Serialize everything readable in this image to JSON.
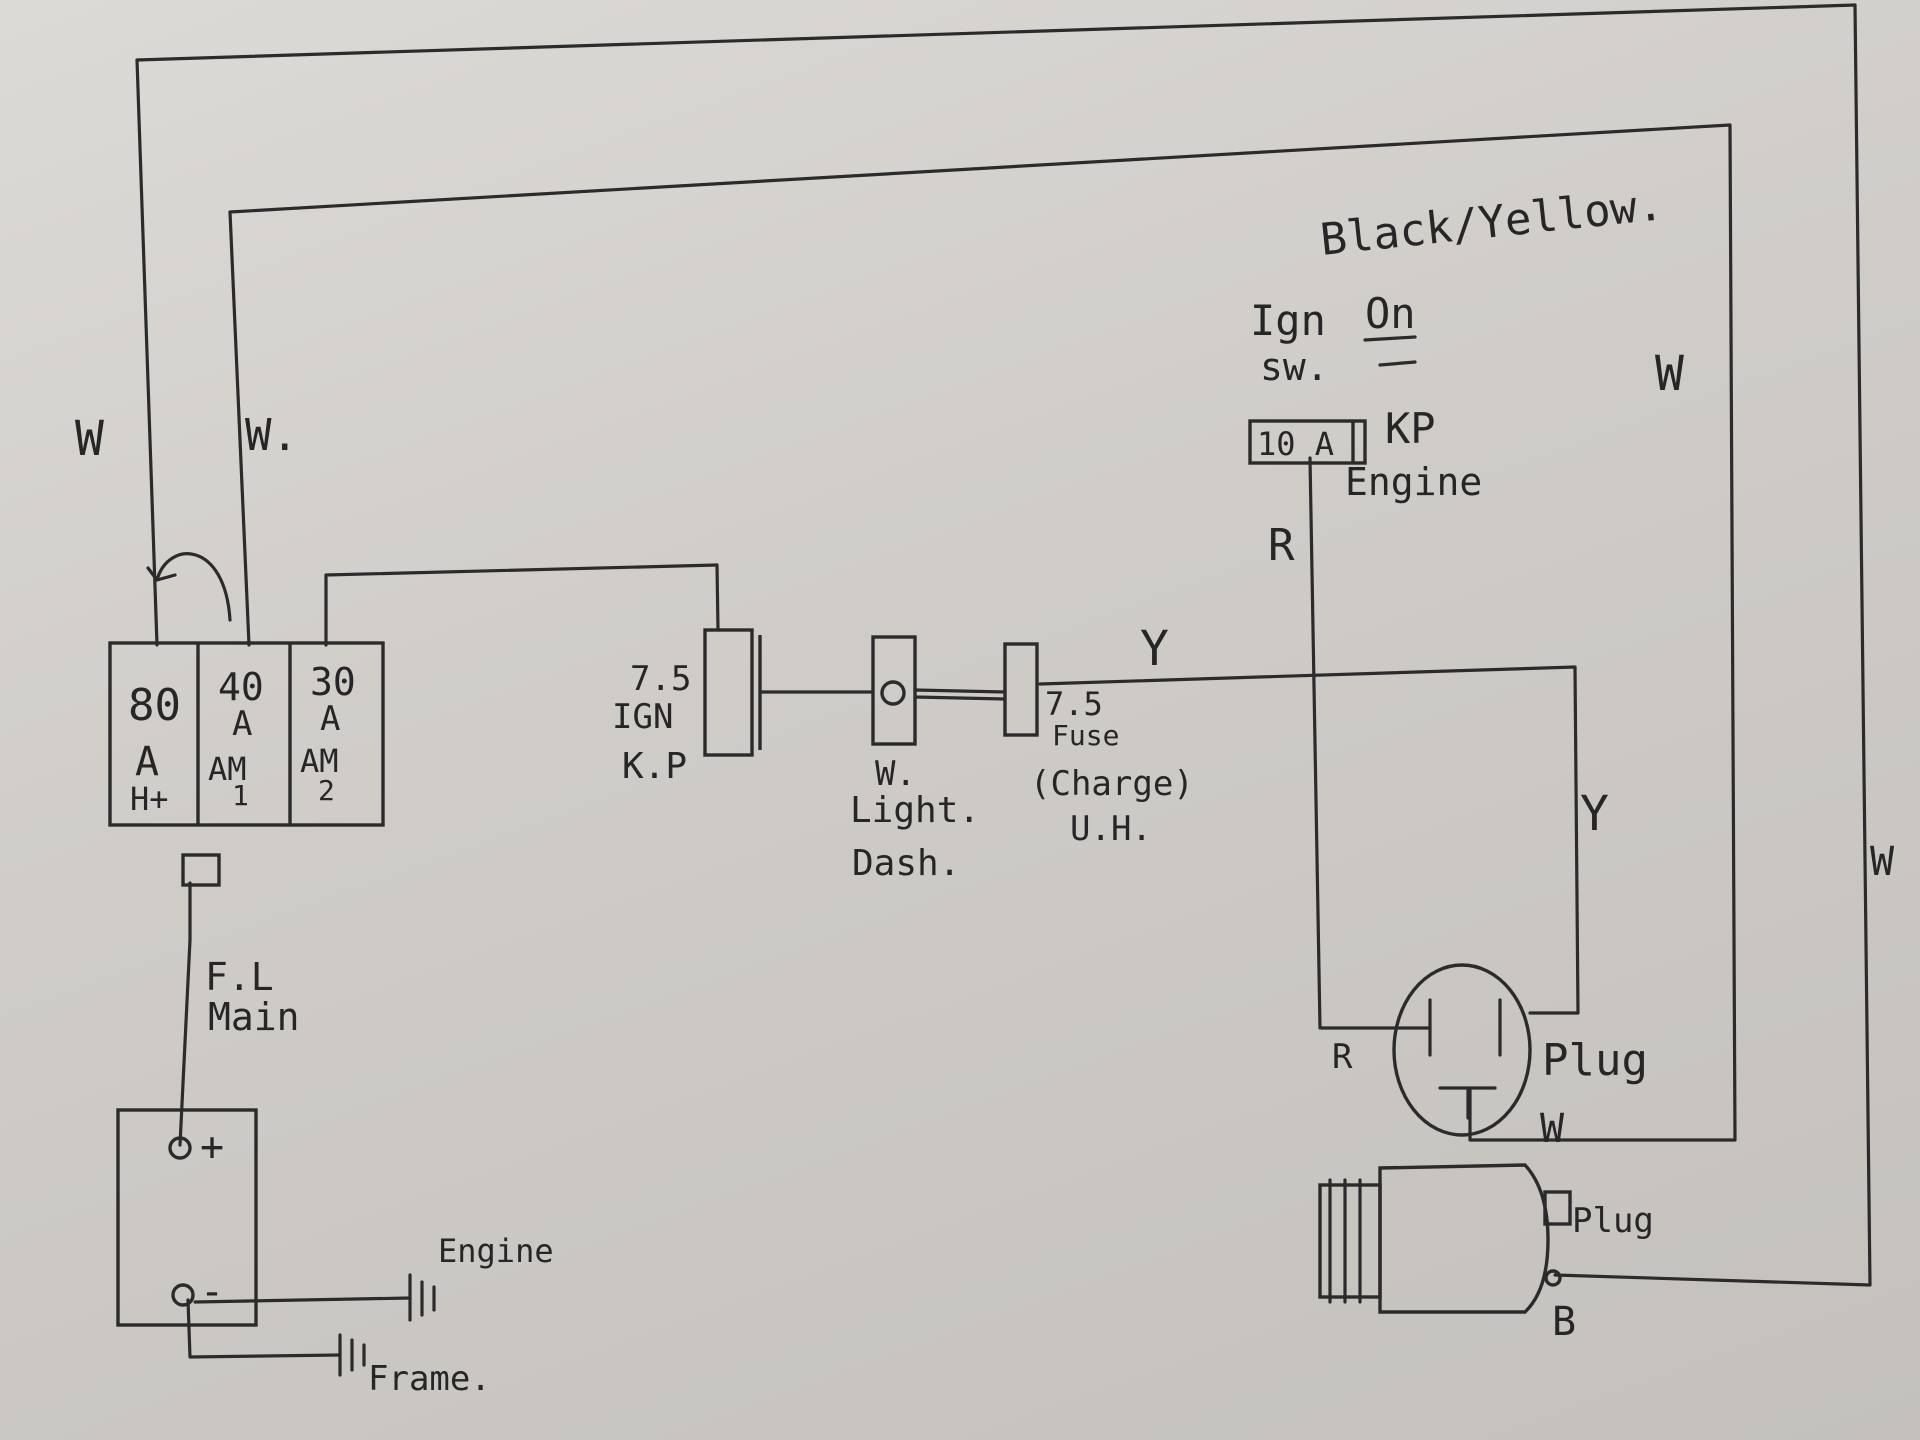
{
  "labels": {
    "wire_w_left": "W",
    "wire_w_mid": "W.",
    "wire_w_right": "W",
    "wire_w_far_right": "W",
    "wire_w_bottom": "W",
    "wire_r_top": "R",
    "wire_r_bottom": "R",
    "wire_y_top": "Y",
    "wire_y_right": "Y",
    "black_yellow": "Black/Yellow.",
    "ign_sw_line1": "Ign",
    "ign_sw_line2": "sw.",
    "ign_on": "On",
    "fuse_10a": "10 A",
    "fuse_10a_kp": "KP",
    "fuse_10a_engine": "Engine",
    "fuse_80": [
      "80",
      "A",
      "H+"
    ],
    "fuse_40": [
      "40",
      "A",
      "AM",
      "1"
    ],
    "fuse_30": [
      "30",
      "A",
      "AM",
      "2"
    ],
    "ign_fuse": [
      "7.5",
      "IGN",
      "K.P"
    ],
    "warning_light": [
      "W.",
      "Light.",
      "Dash."
    ],
    "charge_fuse": [
      "7.5",
      "Fuse",
      "(Charge)",
      "U.H."
    ],
    "fl_main": [
      "F.L",
      "Main"
    ],
    "battery_pos": "+",
    "battery_neg": "-",
    "ground_engine": "Engine",
    "ground_frame": "Frame.",
    "plug_label": "Plug",
    "alt_plug": "Plug",
    "alt_b": "B"
  }
}
